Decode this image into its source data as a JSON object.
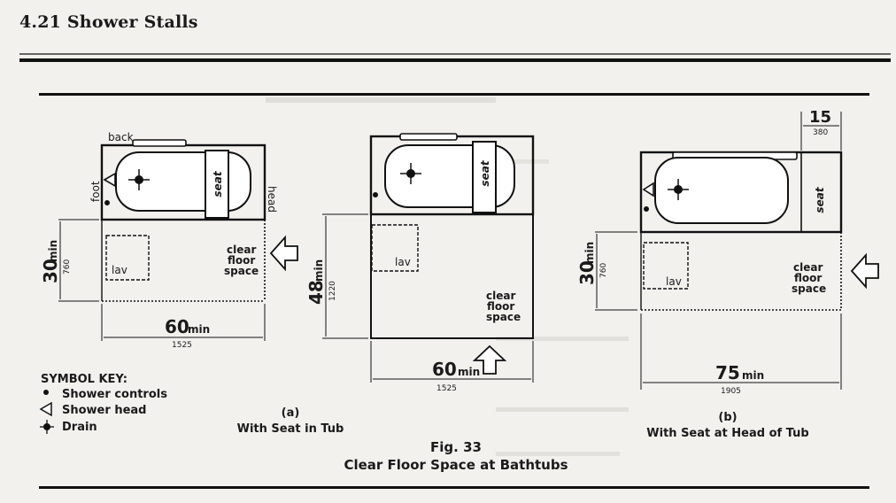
{
  "section_title": "4.21 Shower Stalls",
  "labels": {
    "back": "back",
    "foot": "foot",
    "head": "head",
    "seat": "seat",
    "lav": "lav",
    "clear_floor_space_l1": "clear",
    "clear_floor_space_l2": "floor",
    "clear_floor_space_l3": "space",
    "min": "min"
  },
  "dimensions": {
    "d30_in": "30",
    "d30_mm": "760",
    "d60_in": "60",
    "d60_mm": "1525",
    "d48_in": "48",
    "d48_mm": "1220",
    "d75_in": "75",
    "d75_mm": "1905",
    "d15_in": "15",
    "d15_mm": "380"
  },
  "symbol_key": {
    "title": "SYMBOL KEY:",
    "controls": "Shower controls",
    "head": "Shower head",
    "drain": "Drain"
  },
  "captions": {
    "a_letter": "(a)",
    "a_text": "With Seat in Tub",
    "b_letter": "(b)",
    "b_text": "With Seat at Head of Tub",
    "fig_number": "Fig. 33",
    "fig_title": "Clear Floor Space at Bathtubs"
  }
}
